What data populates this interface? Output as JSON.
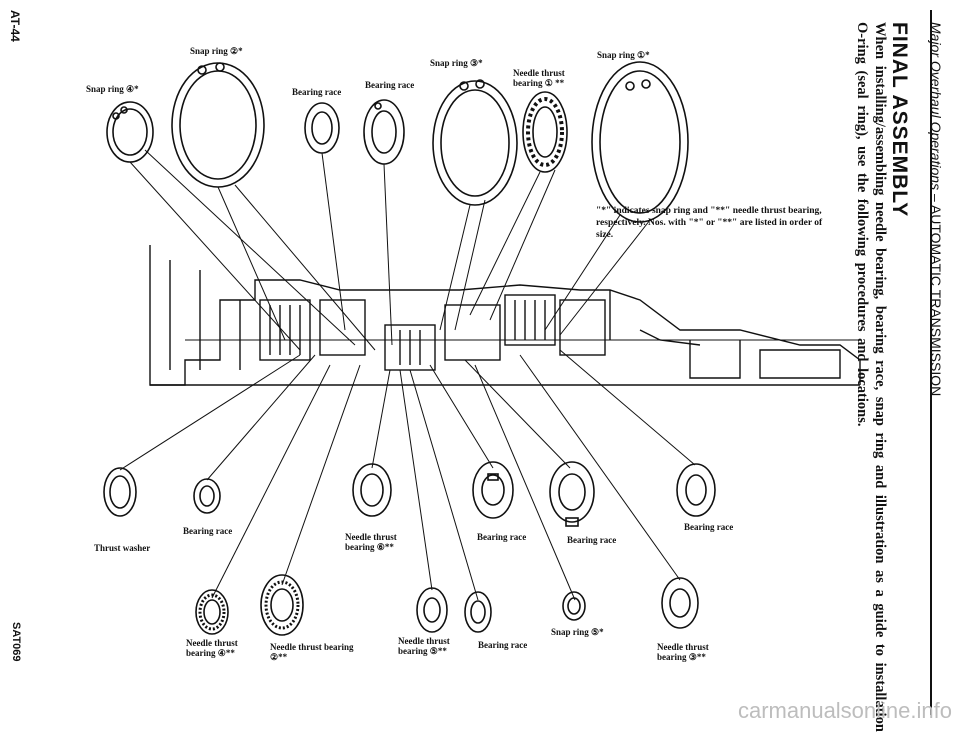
{
  "header": {
    "section_prefix": "Major Overhaul Operations",
    "section_dash": " – ",
    "section_name": "AUTOMATIC TRANSMISSION",
    "title": "FINAL ASSEMBLY",
    "intro_line1": "When installing/assembling needle bearing, bearing race, snap ring and illustration as a guide to installation",
    "intro_line2": "O-ring (seal ring), use the following procedures and locations."
  },
  "page_number": "AT-44",
  "figure_code": "SAT069",
  "note": "\"*\" indicates snap ring and \"**\" needle thrust bearing, respectively. Nos. with \"*\" or \"**\" are listed in order of size.",
  "labels": {
    "snap_ring_4": "Snap ring ④*",
    "snap_ring_2": "Snap ring ②*",
    "bearing_race_top1": "Bearing race",
    "bearing_race_top2": "Bearing race",
    "snap_ring_3": "Snap ring ③*",
    "needle_thrust_1": "Needle thrust bearing ① **",
    "snap_ring_1": "Snap ring ①*",
    "thrust_washer": "Thrust washer",
    "bearing_race_low1": "Bearing race",
    "needle_thrust_6": "Needle thrust bearing ⑥**",
    "bearing_race_low2": "Bearing race",
    "bearing_race_low3": "Bearing race",
    "bearing_race_low4": "Bearing race",
    "needle_thrust_4": "Needle thrust bearing ④**",
    "needle_thrust_2": "Needle thrust bearing ②**",
    "needle_thrust_5": "Needle thrust bearing ⑤**",
    "bearing_race_low5": "Bearing race",
    "snap_ring_5": "Snap ring ⑤*",
    "needle_thrust_3": "Needle thrust bearing ③**"
  },
  "watermark": "carmanualsonline.info"
}
